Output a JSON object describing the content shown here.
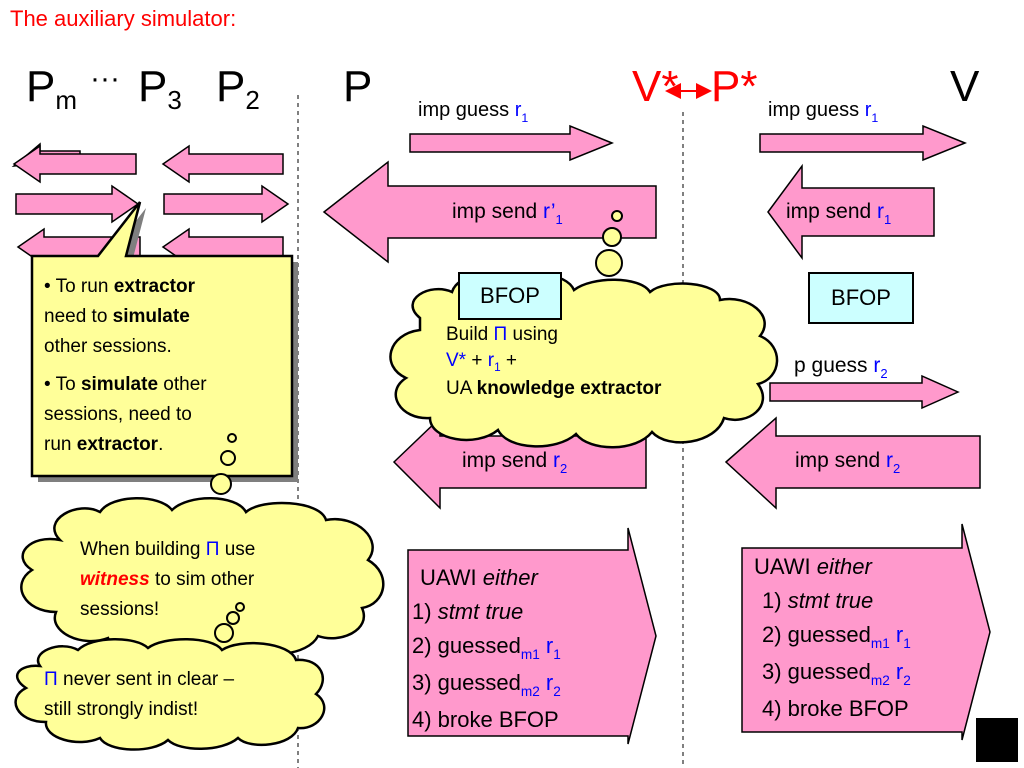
{
  "title": "The auxiliary simulator:",
  "parties": {
    "pm": "P",
    "pm_sub": "m",
    "dots": "···",
    "p3": "P",
    "p3_sub": "3",
    "p2": "P",
    "p2_sub": "2",
    "p": "P",
    "vstar": "V*",
    "pstar": "P*",
    "v": "V"
  },
  "left_flow": {
    "guess1_text": "imp guess ",
    "guess1_r": "r",
    "guess1_sub": "1",
    "send1_text": "imp send ",
    "send1_r": "r’",
    "send1_sub": "1",
    "bfop": "BFOP",
    "send2_text": "imp send ",
    "send2_r": "r",
    "send2_sub": "2"
  },
  "right_flow": {
    "guess1_text": "imp guess ",
    "guess1_r": "r",
    "guess1_sub": "1",
    "send1_text": "imp send ",
    "send1_r": "r",
    "send1_sub": "1",
    "bfop": "BFOP",
    "guess2_text": "p guess ",
    "guess2_r": "r",
    "guess2_sub": "2",
    "send2_text": "imp send ",
    "send2_r": "r",
    "send2_sub": "2"
  },
  "uawi_left": {
    "head": "UAWI ",
    "either": "either",
    "i1_num": "1) ",
    "i1_text": "stmt true",
    "i2_text": "2) guessed",
    "i2_sub": "m1",
    "i2_r": "r",
    "i2_rsub": "1",
    "i3_text": "3) guessed",
    "i3_sub": "m2",
    "i3_r": "r",
    "i3_rsub": "2",
    "i4_text": "4) broke BFOP"
  },
  "uawi_right": {
    "head": "UAWI ",
    "either": "either",
    "i1_num": "1) ",
    "i1_text": "stmt true",
    "i2_text": "2) guessed",
    "i2_sub": "m1",
    "i2_r": "r",
    "i2_rsub": "1",
    "i3_text": "3) guessed",
    "i3_sub": "m2",
    "i3_r": "r",
    "i3_rsub": "2",
    "i4_text": "4) broke BFOP"
  },
  "callout": {
    "b1_pre": "• To run ",
    "b1_bold1": "extractor",
    "b1_mid": "need to ",
    "b1_bold2": "simulate",
    "b1_end": "other sessions.",
    "b2_pre": "• To ",
    "b2_bold1": "simulate",
    "b2_mid": " other",
    "b2_line2": "sessions, need to",
    "b2_line3_pre": "run ",
    "b2_bold2": "extractor",
    "b2_end": "."
  },
  "cloud_build": {
    "l1_pre": "Build ",
    "l1_pi": "Π",
    "l1_post": " using",
    "l2_v": "V*",
    "l2_plus1": " + ",
    "l2_r": "r",
    "l2_sub": "1",
    "l2_plus2": " +",
    "l3_pre": "UA ",
    "l3_bold": "knowledge extractor"
  },
  "cloud_witness": {
    "l1_pre": "When building ",
    "l1_pi": "Π",
    "l1_post": " use",
    "l2_bold": "witness",
    "l2_post": " to sim other",
    "l3": "sessions!"
  },
  "cloud_clear": {
    "l1_pi": "Π",
    "l1_post": " never sent in clear –",
    "l2": "still strongly indist!"
  },
  "colors": {
    "arrow_fill": "#ff99cc",
    "bfop_fill": "#ccffff",
    "note_fill": "#ffff99",
    "title": "#ff0000",
    "accent": "#0000ff"
  }
}
